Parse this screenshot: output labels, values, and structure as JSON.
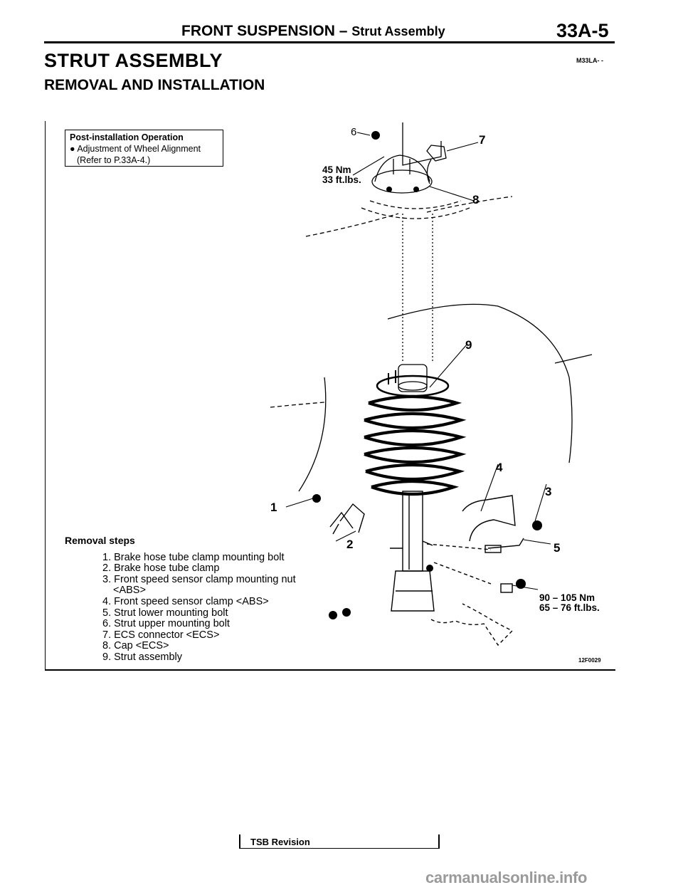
{
  "header": {
    "title": "FRONT SUSPENSION",
    "dash": " – ",
    "subtitle": "Strut Assembly",
    "page_number": "33A-5"
  },
  "section": {
    "title": "STRUT ASSEMBLY",
    "code": "M33LA- -",
    "subtitle": "REMOVAL AND INSTALLATION"
  },
  "post_install": {
    "title": "Post-installation Operation",
    "item": "● Adjustment of Wheel Alignment",
    "ref": "(Refer to P.33A-4.)"
  },
  "removal": {
    "heading": "Removal steps",
    "steps": [
      "1. Brake hose tube clamp mounting bolt",
      "2. Brake hose tube clamp",
      "3. Front speed sensor clamp mounting nut",
      "<ABS>",
      "4. Front speed sensor clamp <ABS>",
      "5. Strut lower mounting bolt",
      "6. Strut upper mounting bolt",
      "7. ECS connector <ECS>",
      "8. Cap <ECS>",
      "9. Strut assembly"
    ]
  },
  "torques": {
    "upper": {
      "nm": "45 Nm",
      "ftlbs": "33 ft.lbs."
    },
    "lower": {
      "nm": "90 – 105 Nm",
      "ftlbs": "65 – 76 ft.lbs."
    }
  },
  "callouts": [
    "1",
    "2",
    "3",
    "4",
    "5",
    "6",
    "7",
    "8",
    "9"
  ],
  "figure_code": "12F0029",
  "footer": {
    "revision_label": "TSB Revision",
    "watermark": "carmanualsonline.info"
  }
}
